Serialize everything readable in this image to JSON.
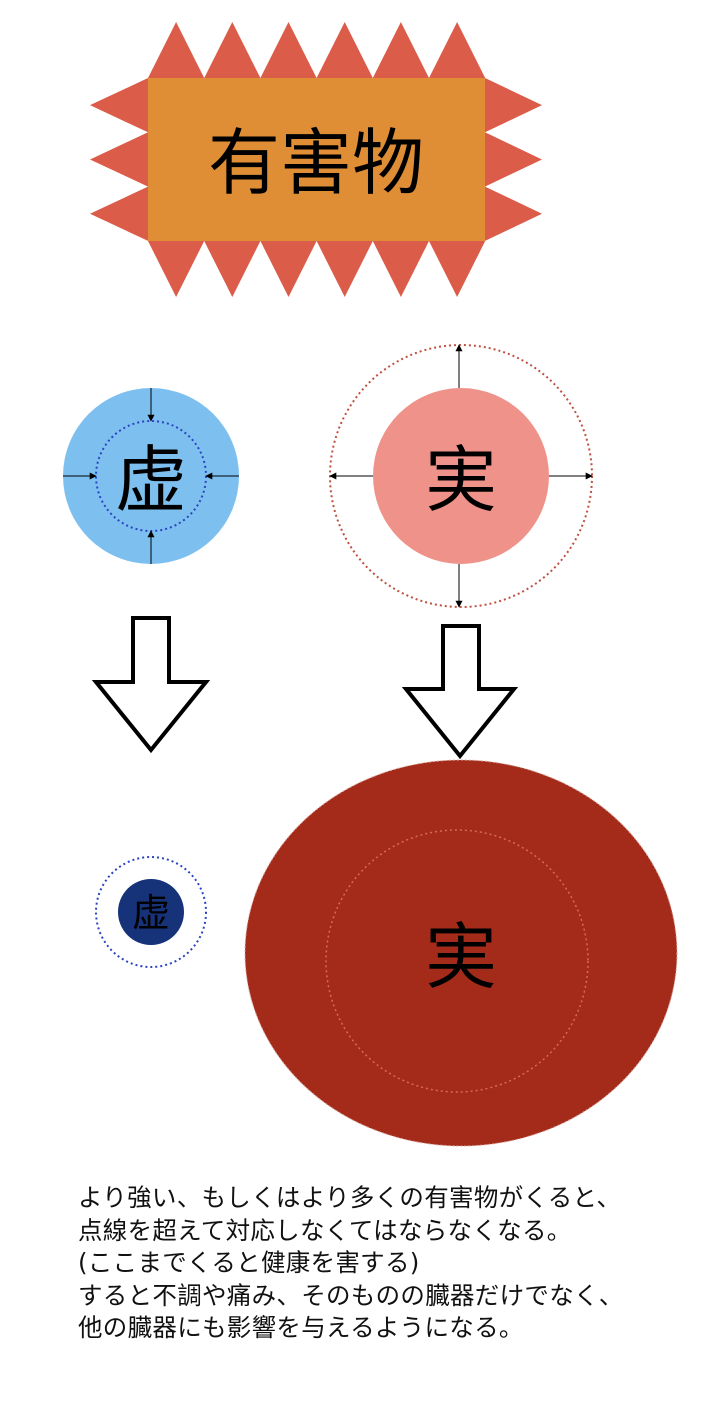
{
  "toxin_label": "有害物",
  "deficiency_label": "虚",
  "excess_label": "実",
  "after_deficiency_label": "虚",
  "after_excess_label": "実",
  "caption": {
    "line1": "より強い、もしくはより多くの有害物がくると、",
    "line2": "点線を超えて対応しなくてはならなくなる。",
    "line3": "(ここまでくると健康を害する)",
    "line4": "すると不調や痛み、そのものの臓器だけでなく、",
    "line5": "他の臓器にも影響を与えるようになる。"
  },
  "colors": {
    "spike": "#dc5c4a",
    "toxin_box": "#e08e35",
    "deficiency_circle": "#7dc0ef",
    "deficiency_dotted": "#2a44c4",
    "excess_circle": "#ef938a",
    "excess_dotted": "#c0503f",
    "after_deficiency_circle": "#163278",
    "after_excess_circle": "#a42b1a"
  }
}
